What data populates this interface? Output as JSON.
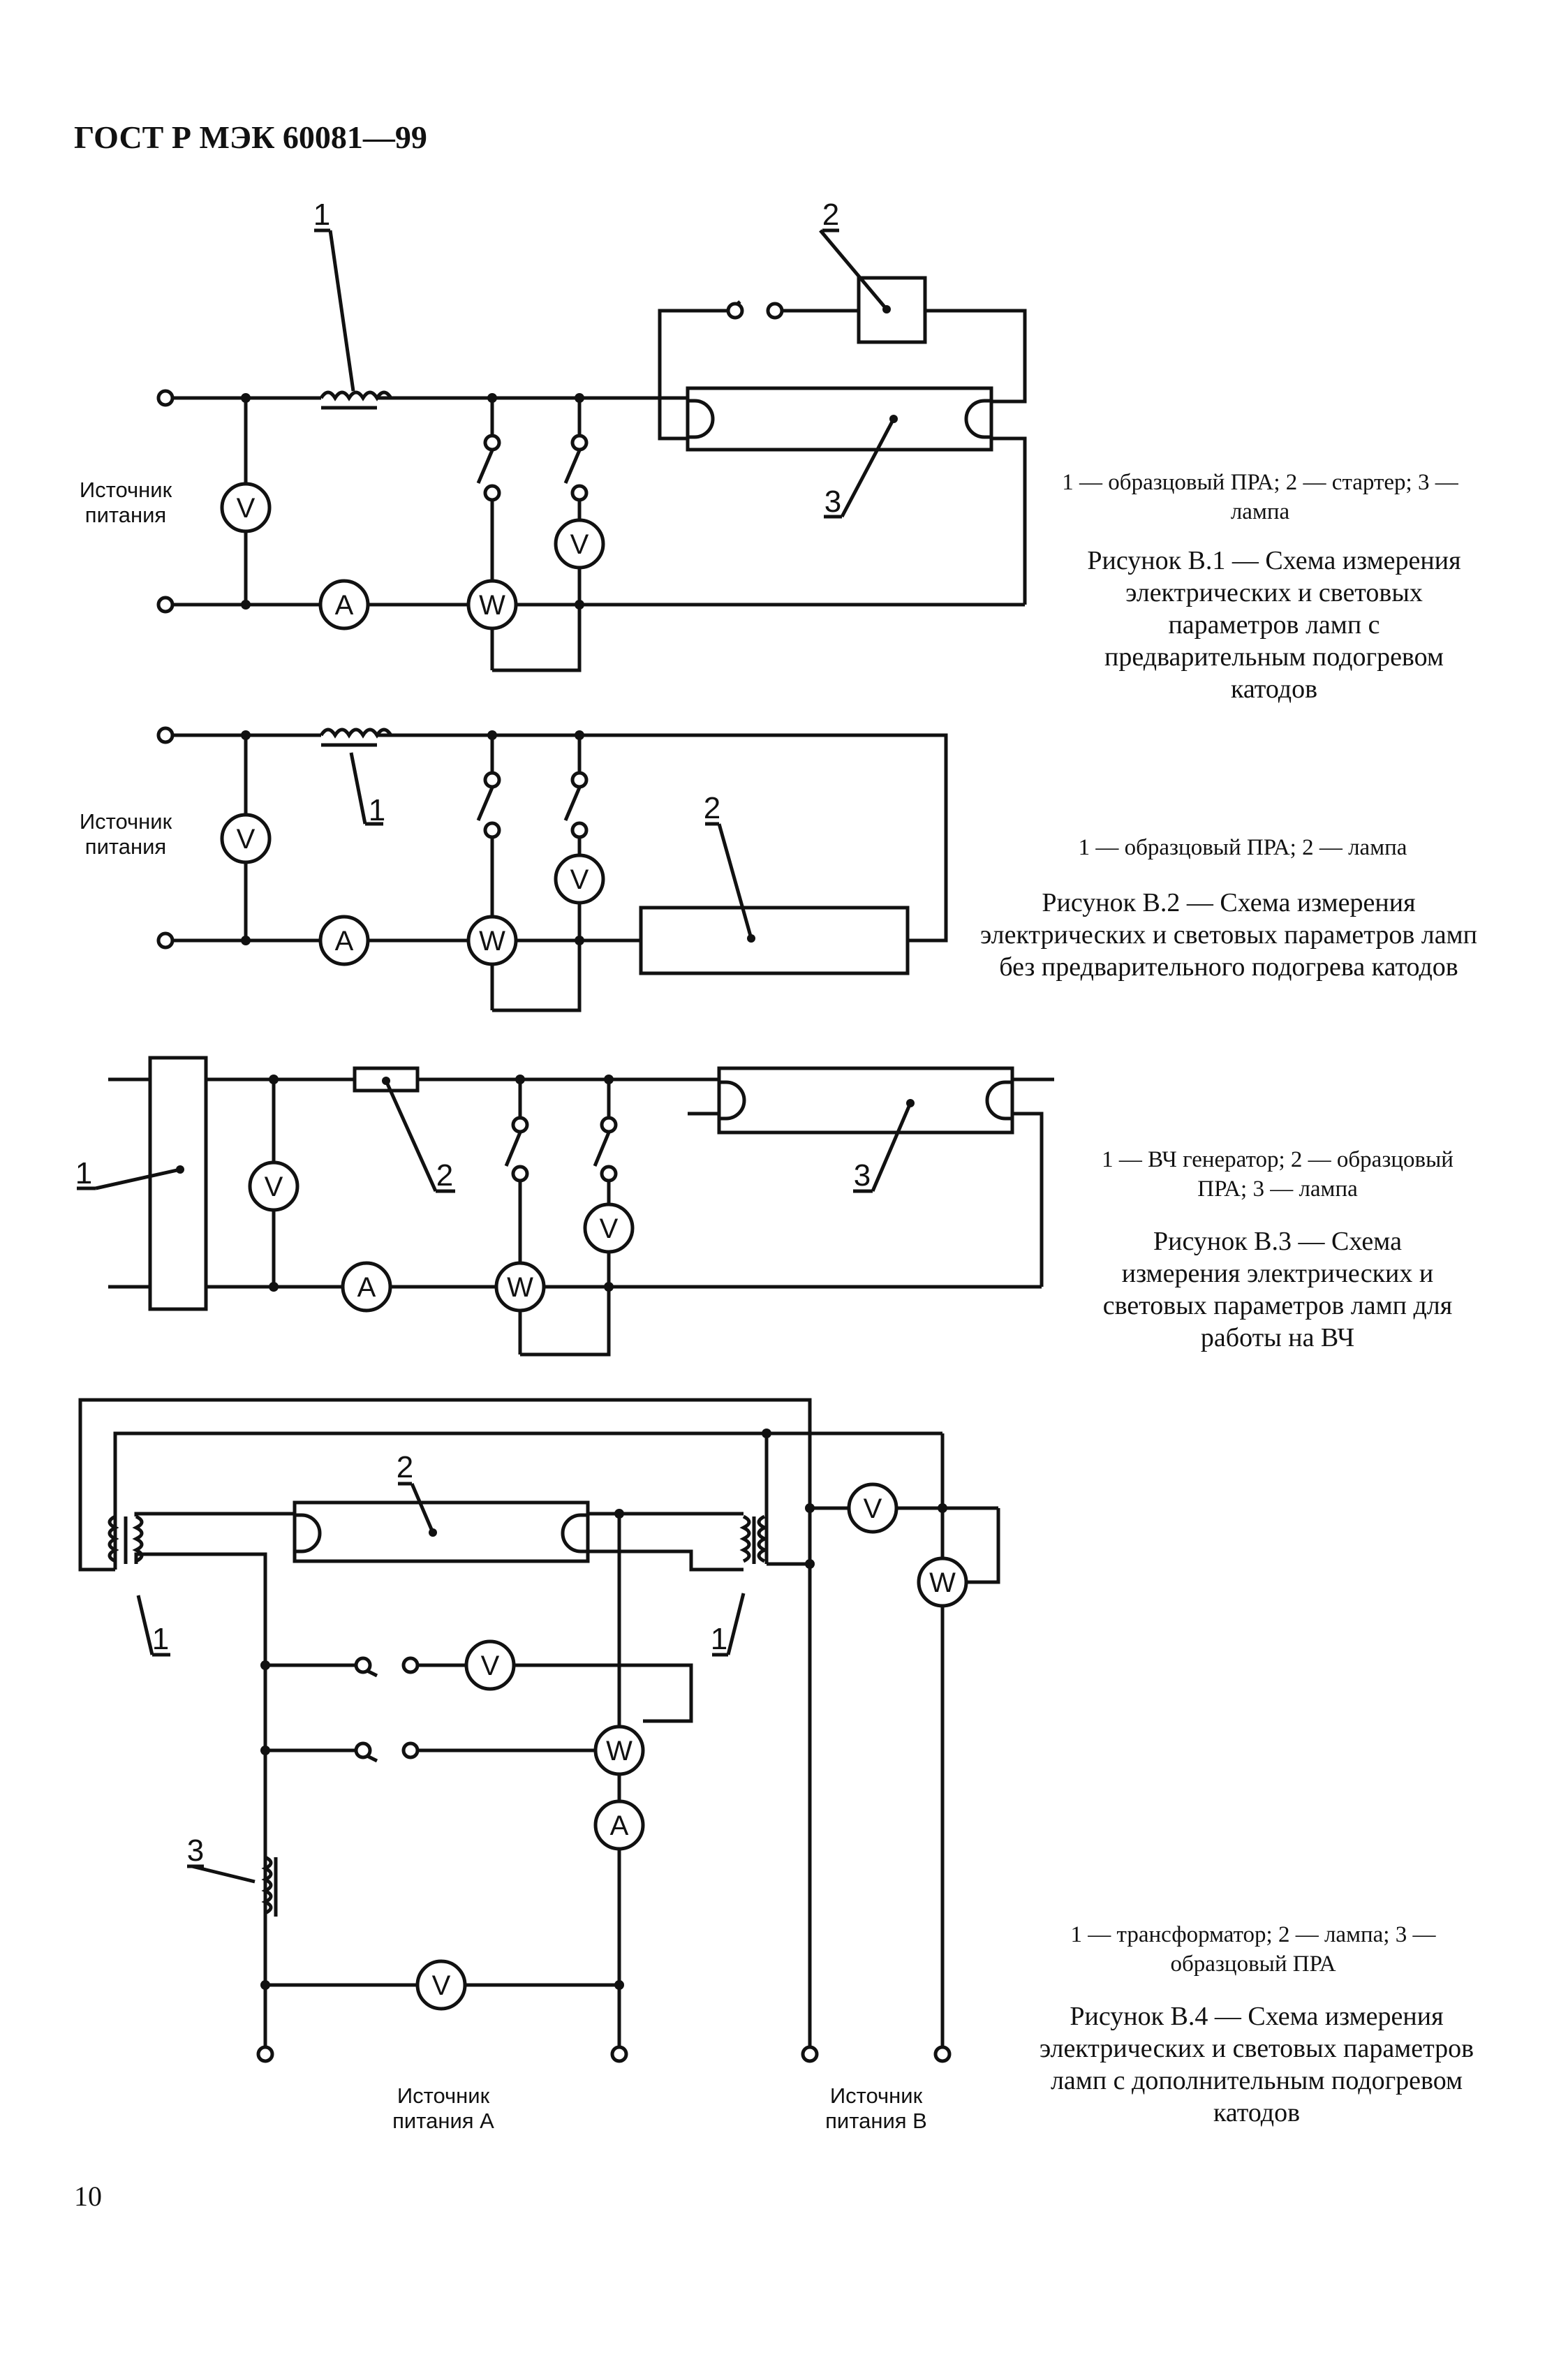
{
  "header": "ГОСТ Р МЭК 60081—99",
  "page_number": "10",
  "figures": [
    {
      "legend": "1 — образцовый ПРА; 2 — стартер; 3 — лампа",
      "caption": "Рисунок В.1 — Схема измерения электрических и световых параметров ламп с предварительным подогревом катодов",
      "source_label": [
        "Источник",
        "питания"
      ],
      "callouts": [
        "1",
        "2",
        "3"
      ],
      "meters": [
        "V",
        "V",
        "A",
        "W"
      ]
    },
    {
      "legend": "1 — образцовый ПРА; 2 — лампа",
      "caption": "Рисунок В.2 — Схема измерения электрических и световых параметров ламп без предварительного подогрева катодов",
      "source_label": [
        "Источник",
        "питания"
      ],
      "callouts": [
        "1",
        "2"
      ],
      "meters": [
        "V",
        "V",
        "A",
        "W"
      ]
    },
    {
      "legend": "1 — ВЧ генератор; 2 — образцовый ПРА; 3 — лампа",
      "caption": "Рисунок В.3 — Схема измерения электрических и световых параметров ламп для работы на ВЧ",
      "callouts": [
        "1",
        "2",
        "3"
      ],
      "meters": [
        "V",
        "V",
        "A",
        "W"
      ]
    },
    {
      "legend": "1 — трансформатор; 2 — лампа; 3 — образцовый ПРА",
      "caption": "Рисунок В.4 — Схема измерения электрических и световых параметров ламп с дополнительным подогревом катодов",
      "source_label_a": [
        "Источник",
        "питания А"
      ],
      "source_label_b": [
        "Источник",
        "питания В"
      ],
      "callouts": [
        "1",
        "1",
        "2",
        "3"
      ],
      "meters": [
        "V",
        "W",
        "V",
        "W",
        "A",
        "V"
      ]
    }
  ]
}
